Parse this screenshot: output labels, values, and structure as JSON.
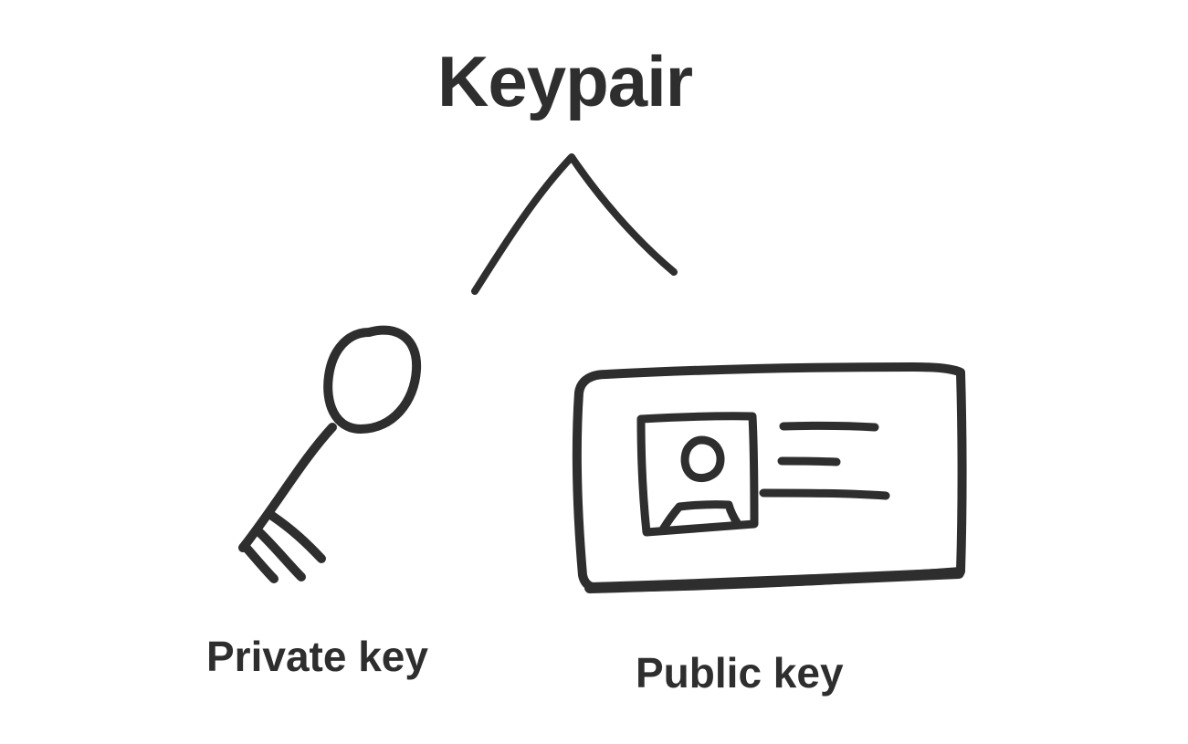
{
  "diagram": {
    "title": "Keypair",
    "private_key_label": "Private key",
    "public_key_label": "Public key"
  },
  "colors": {
    "ink": "#2e2e2e",
    "background": "#ffffff"
  },
  "icons": {
    "branch": "tree-branch-icon",
    "private": "key-icon",
    "public": "id-card-icon"
  }
}
